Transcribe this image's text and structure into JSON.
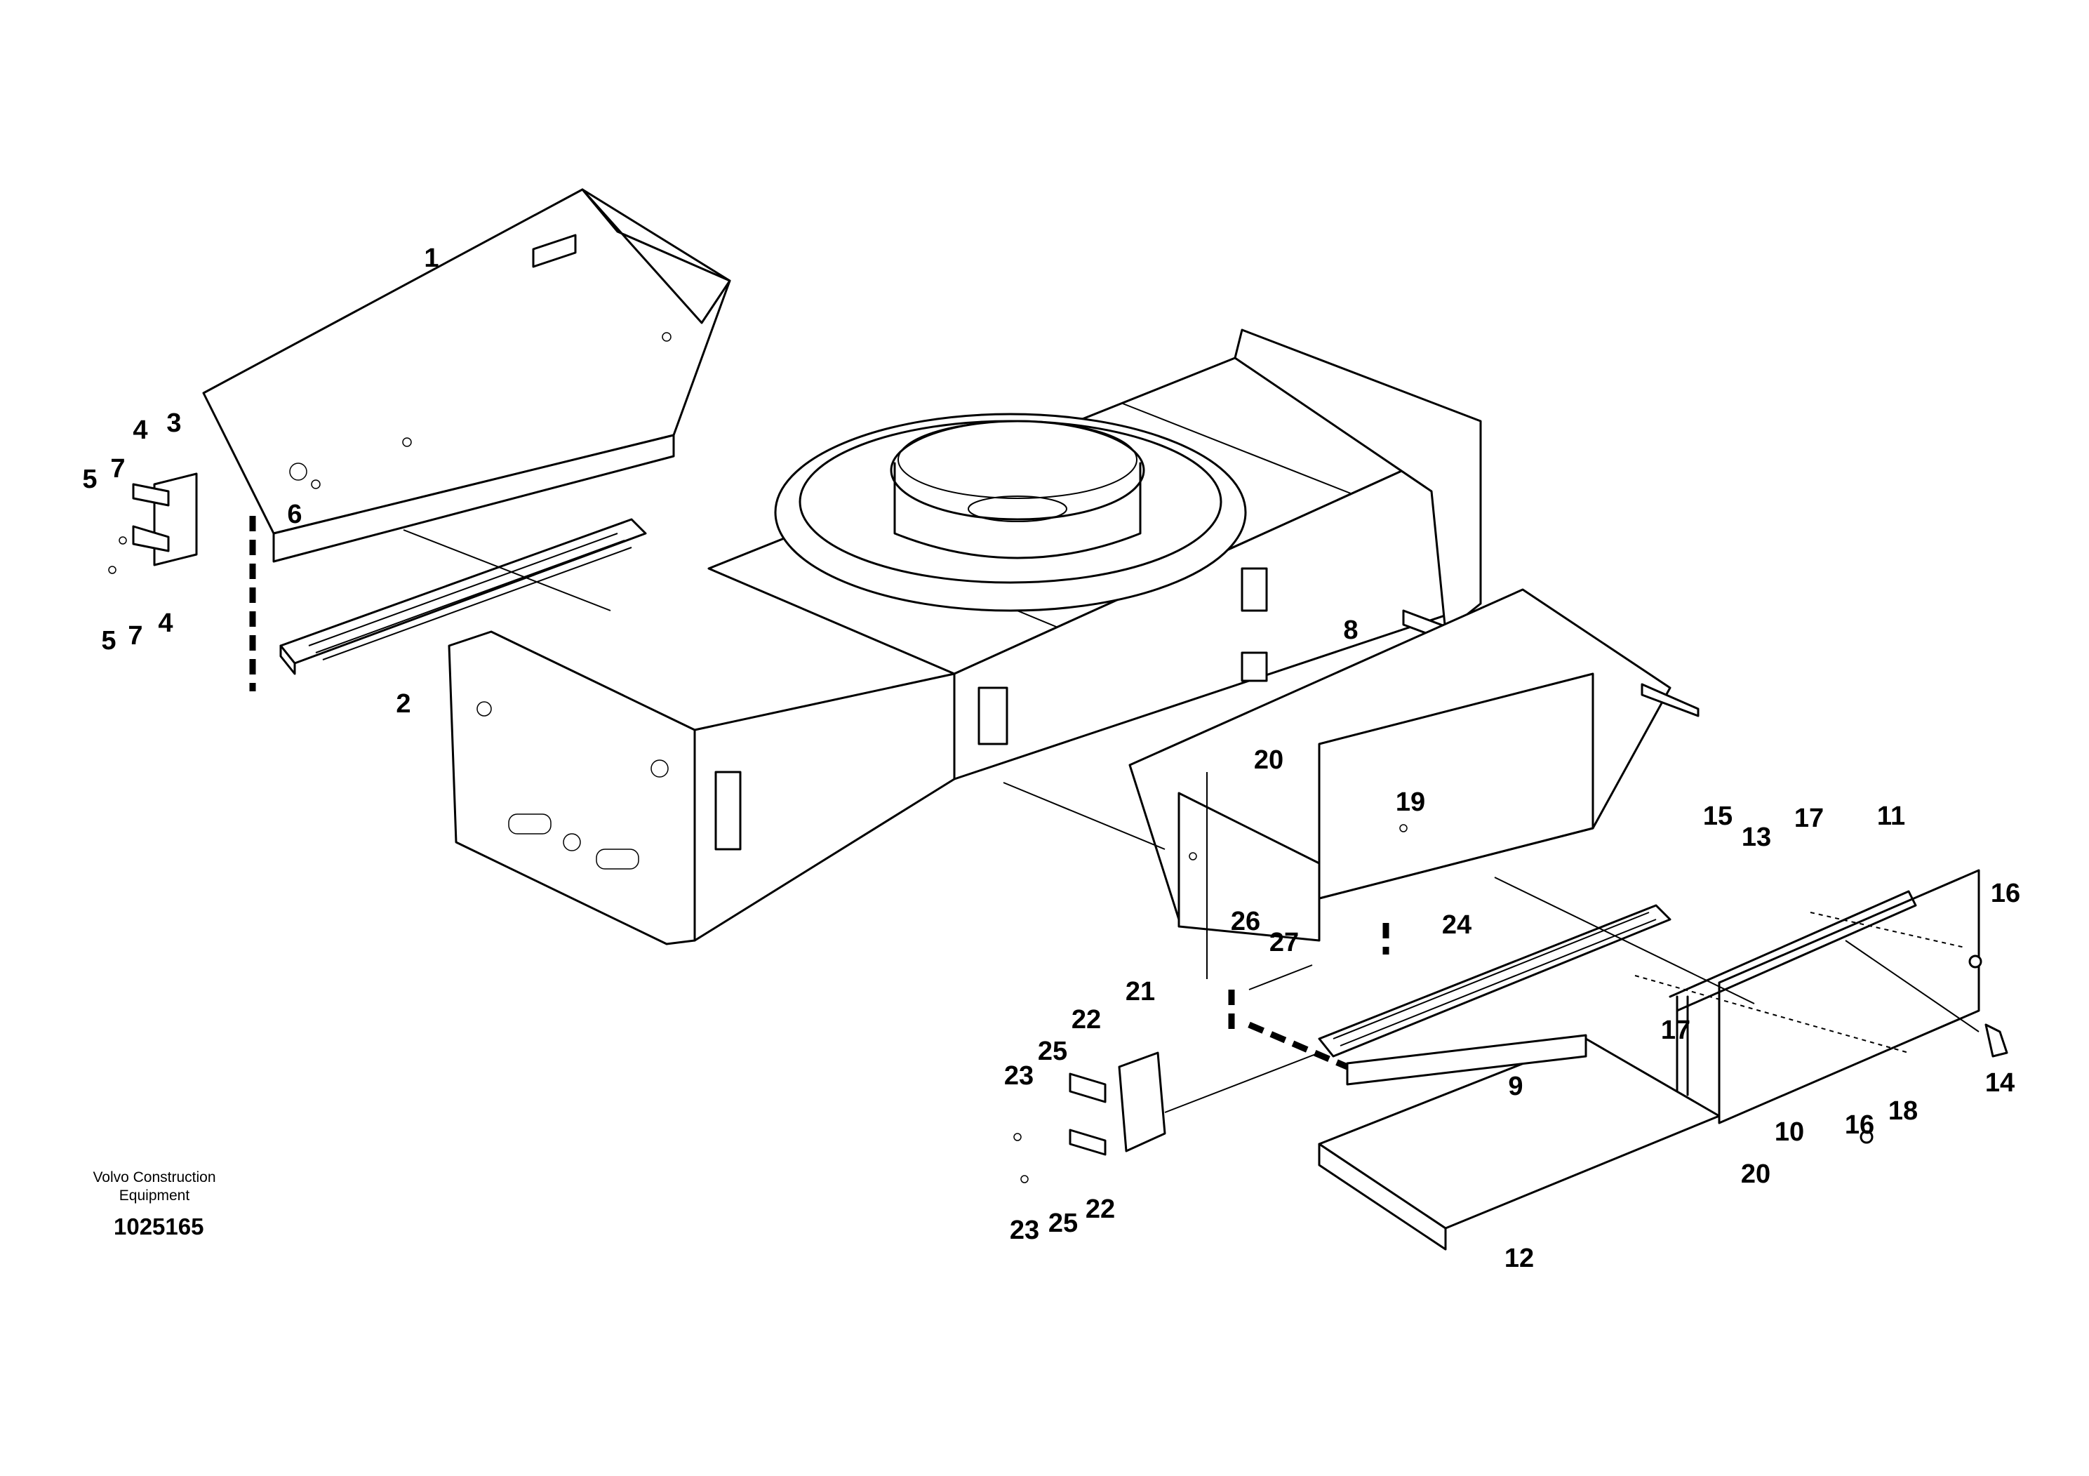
{
  "caption": {
    "company_line1": "Volvo Construction",
    "company_line2": "Equipment",
    "drawing_number": "1025165"
  },
  "callouts": [
    {
      "id": "c1",
      "text": "1"
    },
    {
      "id": "c2",
      "text": "2"
    },
    {
      "id": "c3",
      "text": "3"
    },
    {
      "id": "c4a",
      "text": "4"
    },
    {
      "id": "c4b",
      "text": "4"
    },
    {
      "id": "c5a",
      "text": "5"
    },
    {
      "id": "c5b",
      "text": "5"
    },
    {
      "id": "c6",
      "text": "6"
    },
    {
      "id": "c7a",
      "text": "7"
    },
    {
      "id": "c7b",
      "text": "7"
    },
    {
      "id": "c8",
      "text": "8"
    },
    {
      "id": "c9",
      "text": "9"
    },
    {
      "id": "c10",
      "text": "10"
    },
    {
      "id": "c11",
      "text": "11"
    },
    {
      "id": "c12",
      "text": "12"
    },
    {
      "id": "c13",
      "text": "13"
    },
    {
      "id": "c14",
      "text": "14"
    },
    {
      "id": "c15",
      "text": "15"
    },
    {
      "id": "c16a",
      "text": "16"
    },
    {
      "id": "c16b",
      "text": "16"
    },
    {
      "id": "c17a",
      "text": "17"
    },
    {
      "id": "c17b",
      "text": "17"
    },
    {
      "id": "c18",
      "text": "18"
    },
    {
      "id": "c19",
      "text": "19"
    },
    {
      "id": "c20a",
      "text": "20"
    },
    {
      "id": "c20b",
      "text": "20"
    },
    {
      "id": "c21",
      "text": "21"
    },
    {
      "id": "c22a",
      "text": "22"
    },
    {
      "id": "c22b",
      "text": "22"
    },
    {
      "id": "c23a",
      "text": "23"
    },
    {
      "id": "c23b",
      "text": "23"
    },
    {
      "id": "c24",
      "text": "24"
    },
    {
      "id": "c25a",
      "text": "25"
    },
    {
      "id": "c25b",
      "text": "25"
    },
    {
      "id": "c26",
      "text": "26"
    },
    {
      "id": "c27",
      "text": "27"
    }
  ]
}
